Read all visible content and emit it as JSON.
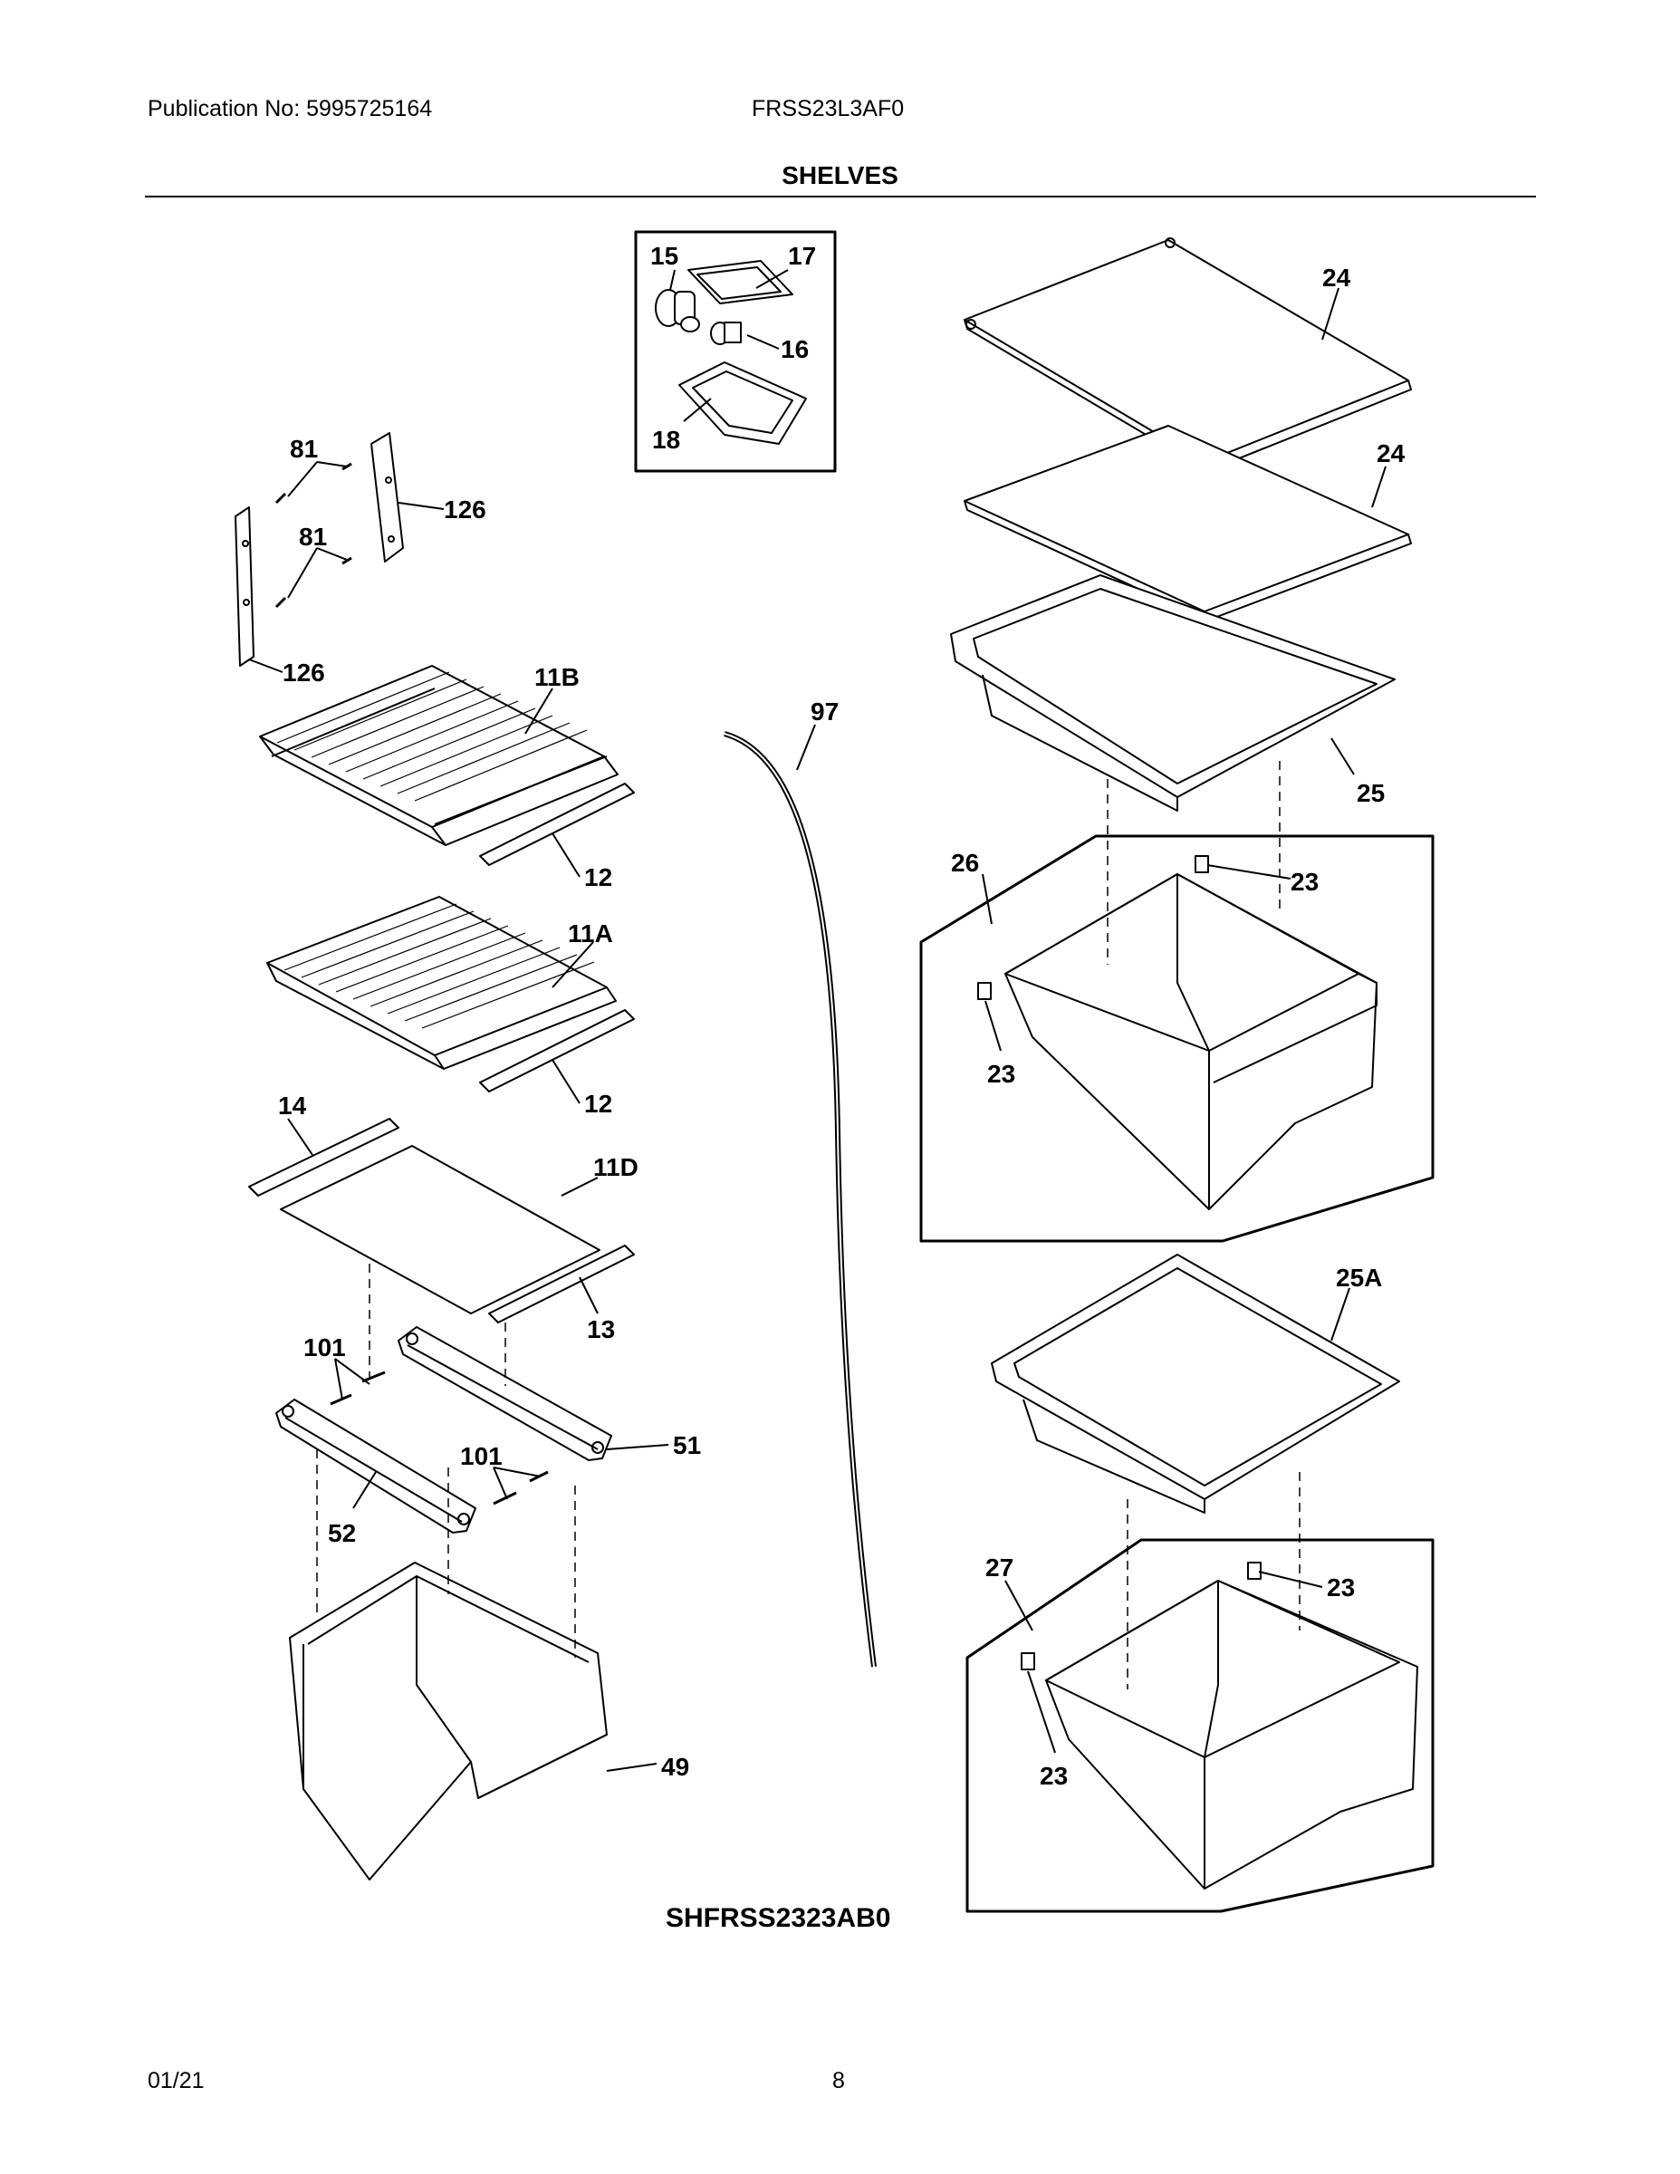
{
  "header": {
    "publication": "Publication No: 5995725164",
    "model": "FRSS23L3AF0",
    "title": "SHELVES"
  },
  "diagram": {
    "code": "SHFRSS2323AB0",
    "labels": [
      "15",
      "17",
      "16",
      "18",
      "24",
      "24",
      "25",
      "26",
      "23",
      "23",
      "25A",
      "27",
      "23",
      "23",
      "81",
      "81",
      "126",
      "126",
      "11B",
      "12",
      "11A",
      "12",
      "14",
      "11D",
      "13",
      "101",
      "51",
      "101",
      "52",
      "49",
      "97"
    ]
  },
  "footer": {
    "date": "01/21",
    "page": "8"
  }
}
